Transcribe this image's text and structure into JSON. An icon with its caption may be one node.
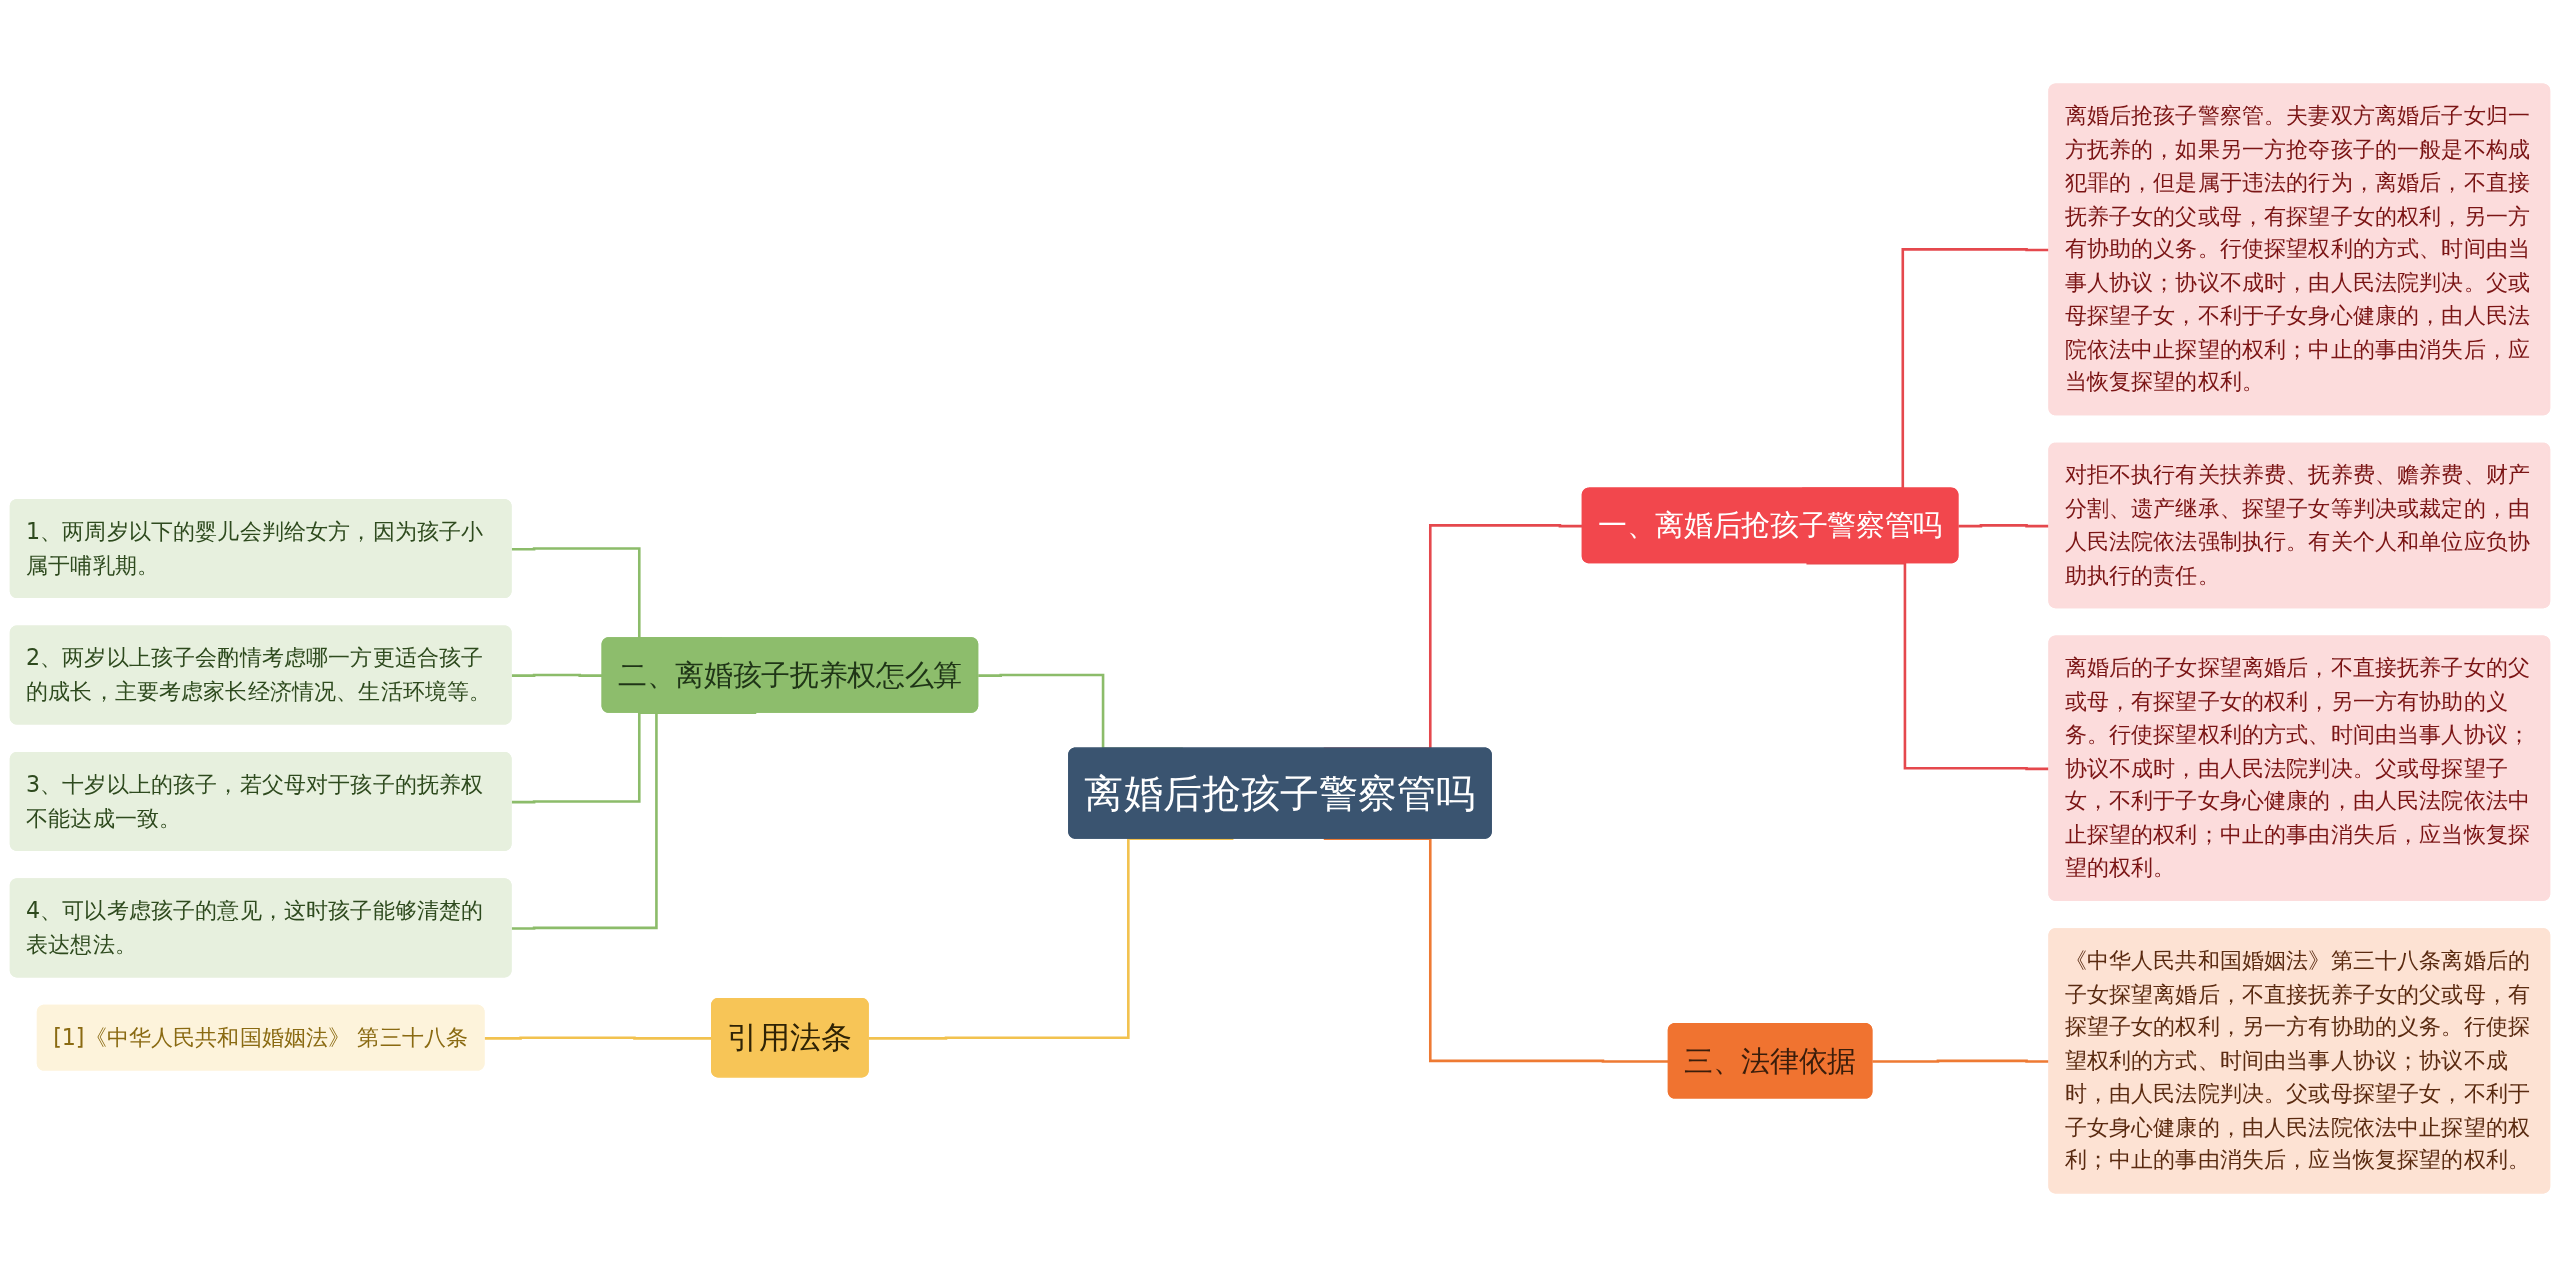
{
  "diagram": {
    "nodes": [
      {
        "text": [
          "离婚后抢孩子警察管吗"
        ]
      },
      {
        "text": [
          "一、离婚后抢孩子警察管吗"
        ]
      },
      {
        "text": [
          "离婚后抢孩子警察管。夫妻双方离婚后子女归一方抚养的，如果另一方抢夺孩子的一般是不构成犯罪的，但是属于违法的行为，离婚后，不直接抚养子女的父或母，有探望子女的权利，另一方有协助的义务。行使探望权利的方式、时间由当事人协议；协议不成时，由人民法院判决。父或母探望子女，不利于子女身心健康的，由人民法院依法中止探望的权利；中止的事由消失后，应当恢复探望的权利。"
        ]
      },
      {
        "text": [
          "对拒不执行有关扶养费、抚养费、赡养费、财产分割、遗产继承、探望子女等判决或裁定的，由人民法院依法强制执行。有关个人和单位应负协助执行的责任。"
        ]
      },
      {
        "text": [
          "离婚后的子女探望离婚后，不直接抚养子女的父或母，有探望子女的权利，另一方有协助的义务。行使探望权利的方式、时间由当事人协议；协议不成时，由人民法院判决。父或母探望子女，不利于子女身心健康的，由人民法院依法中止探望的权利；中止的事由消失后，应当恢复探望的权利。"
        ]
      },
      {
        "text": [
          "三、法律依据"
        ]
      },
      {
        "text": [
          "《中华人民共和国婚姻法》第三十八条离婚后的子女探望离婚后，不直接抚养子女的父或母，有探望子女的权利，另一方有协助的义务。行使探望权利的方式、时间由当事人协议；协议不成时，由人民法院判决。父或母探望子女，不利于子女身心健康的，由人民法院依法中止探望的权利；中止的事由消失后，应当恢复探望的权利。"
        ]
      },
      {
        "text": [
          "二、离婚孩子抚养权怎么算"
        ]
      },
      {
        "text": [
          "1、两周岁以下的婴儿会判给女方，因为孩子小属于哺乳期。"
        ]
      },
      {
        "text": [
          "2、两岁以上孩子会酌情考虑哪一方更适合孩子的成长，主要考虑家长经济情况、生活环境等。"
        ]
      },
      {
        "text": [
          "3、十岁以上的孩子，若父母对于孩子的抚养权不能达成一致。"
        ]
      },
      {
        "text": [
          "4、可以考虑孩子的意见，这时孩子能够清楚的表达想法。"
        ]
      },
      {
        "text": [
          "引用法条"
        ]
      },
      {
        "text": [
          "[1]《中华人民共和国婚姻法》 第三十八条"
        ]
      }
    ],
    "edges": [
      {
        "from": 0,
        "to": 1,
        "arrow": "none",
        "color": "#e5484d"
      },
      {
        "from": 1,
        "to": 2,
        "arrow": "none",
        "color": "#e5484d"
      },
      {
        "from": 1,
        "to": 3,
        "arrow": "none",
        "color": "#e5484d"
      },
      {
        "from": 1,
        "to": 4,
        "arrow": "none",
        "color": "#e5484d"
      },
      {
        "from": 0,
        "to": 5,
        "arrow": "none",
        "color": "#ee7a33"
      },
      {
        "from": 5,
        "to": 6,
        "arrow": "none",
        "color": "#ee7a33"
      },
      {
        "from": 7,
        "to": 0,
        "arrow": "none",
        "color": "#8cbc6a"
      },
      {
        "from": 8,
        "to": 7,
        "arrow": "none",
        "color": "#8cbc6a"
      },
      {
        "from": 9,
        "to": 7,
        "arrow": "none",
        "color": "#8cbc6a"
      },
      {
        "from": 10,
        "to": 7,
        "arrow": "none",
        "color": "#8cbc6a"
      },
      {
        "from": 11,
        "to": 7,
        "arrow": "none",
        "color": "#8cbc6a"
      },
      {
        "from": 12,
        "to": 0,
        "arrow": "none",
        "color": "#f2c24f"
      },
      {
        "from": 13,
        "to": 12,
        "arrow": "none",
        "color": "#f2c24f"
      }
    ]
  }
}
